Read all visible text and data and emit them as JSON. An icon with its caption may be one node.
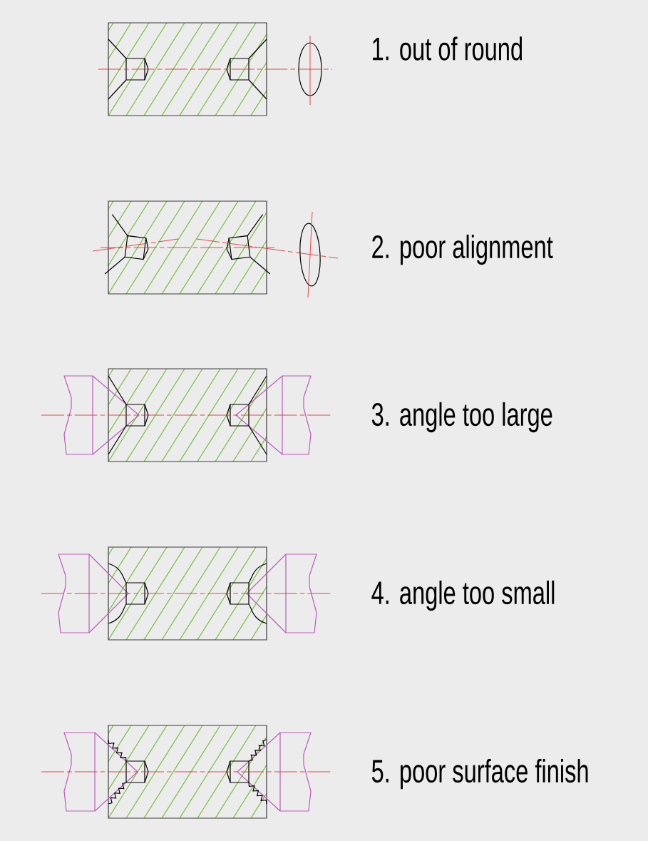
{
  "diagram": {
    "labels": [
      "1. out of round",
      "2. poor alignment",
      "3. angle too large",
      "4. angle too small",
      "5. poor surface finish"
    ]
  }
}
